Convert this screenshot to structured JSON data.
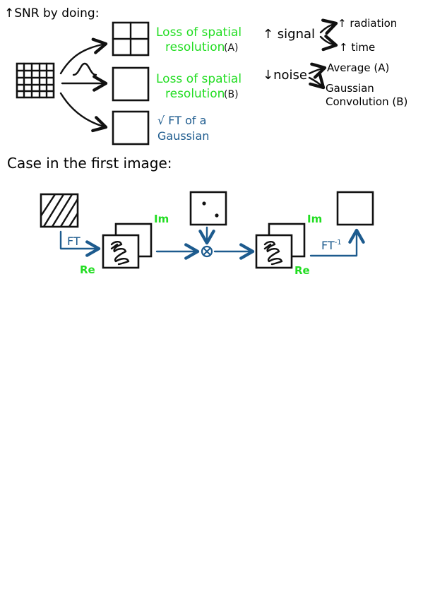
{
  "top": {
    "heading": "↑SNR by doing:",
    "option_a_label_1": "Loss of spatial",
    "option_a_label_2": "resolution",
    "option_a_tag": "(A)",
    "option_b_label_1": "Loss of spatial",
    "option_b_label_2": "resolution",
    "option_b_tag": "(B)",
    "option_c_label_1": "√ FT of a",
    "option_c_label_2": "Gaussian"
  },
  "right": {
    "signal": "↑ signal",
    "radiation": "↑ radiation",
    "time": "↑ time",
    "noise": "↓noise",
    "average": "Average (A)",
    "gaussian_1": "Gaussian",
    "gaussian_2": "Convolution (B)"
  },
  "case": {
    "title": "Case in the first image:",
    "ft": "FT",
    "re_1": "Re",
    "im_1": "Im",
    "multiply": "⊗",
    "im_2": "Im",
    "re_2": "Re",
    "ft_inverse": "FT",
    "ft_inverse_sup": "-1"
  },
  "colors": {
    "green": "#22dd22",
    "blue": "#1d5b8e",
    "ink": "#111111"
  }
}
